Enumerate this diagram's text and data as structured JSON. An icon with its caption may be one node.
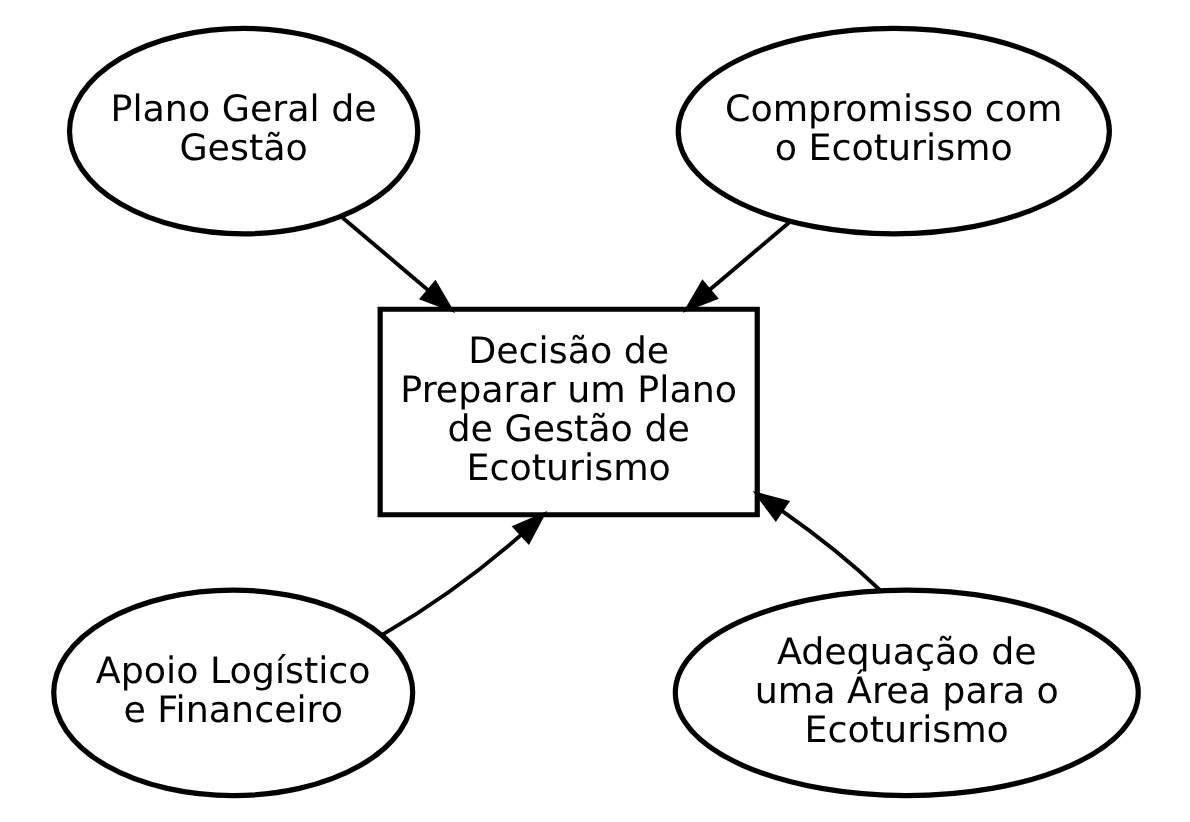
{
  "diagram": {
    "nodes": [
      {
        "text": [
          "Plano Geral de Gestão"
        ]
      },
      {
        "text": [
          "Compromisso com o Ecoturismo"
        ]
      },
      {
        "text": [
          "Decisão de Preparar um Plano de Gestão de Ecoturismo"
        ]
      },
      {
        "text": [
          "Apoio Logístico e Financeiro"
        ]
      },
      {
        "text": [
          "Adequação de uma Área para o Ecoturismo"
        ]
      }
    ],
    "edges": [
      {
        "from": 0,
        "to": 2,
        "arrow": "to"
      },
      {
        "from": 1,
        "to": 2,
        "arrow": "to"
      },
      {
        "from": 3,
        "to": 2,
        "arrow": "to"
      },
      {
        "from": 4,
        "to": 2,
        "arrow": "to"
      }
    ]
  }
}
